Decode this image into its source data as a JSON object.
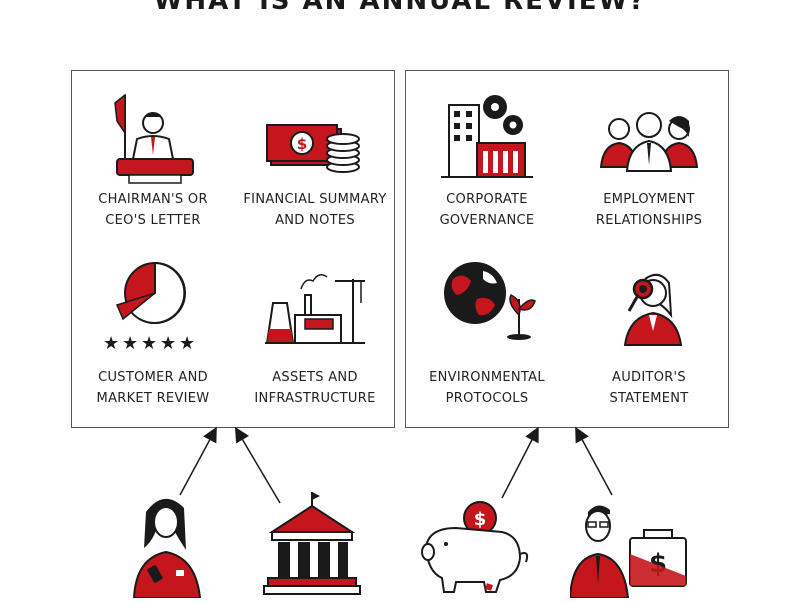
{
  "title": "What is an annual review?",
  "left_panel": {
    "items": [
      {
        "icon": "podium-speaker-icon",
        "line1": "Chairman's or",
        "line2": "CEO's letter"
      },
      {
        "icon": "money-coins-icon",
        "line1": "Financial summary",
        "line2": "and notes"
      },
      {
        "icon": "pie-chart-stars-icon",
        "line1": "Customer and",
        "line2": "market review"
      },
      {
        "icon": "factory-crane-icon",
        "line1": "Assets and",
        "line2": "infrastructure"
      }
    ]
  },
  "right_panel": {
    "items": [
      {
        "icon": "building-gears-icon",
        "line1": "Corporate",
        "line2": "governance"
      },
      {
        "icon": "employees-group-icon",
        "line1": "Employment",
        "line2": "relationships"
      },
      {
        "icon": "globe-plant-icon",
        "line1": "Environmental",
        "line2": "protocols"
      },
      {
        "icon": "auditor-magnifier-icon",
        "line1": "Auditor's",
        "line2": "statement"
      }
    ]
  },
  "sources": [
    {
      "icon": "reporter-woman-icon"
    },
    {
      "icon": "government-building-icon"
    },
    {
      "icon": "piggy-bank-icon"
    },
    {
      "icon": "investor-briefcase-icon"
    }
  ],
  "colors": {
    "accent": "#c4161c",
    "ink": "#1a1a1a",
    "border": "#555555"
  }
}
